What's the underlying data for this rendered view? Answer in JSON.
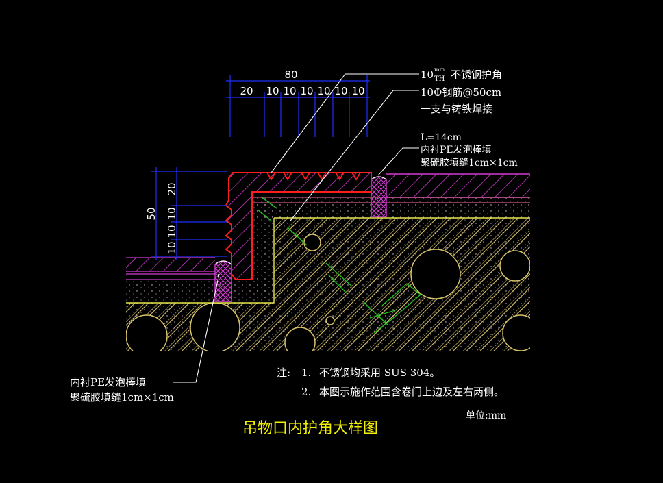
{
  "colors": {
    "background": "#000000",
    "dimension": "#1f2fff",
    "leader": "#ffffff",
    "guard": "#ff1e1e",
    "hatch": "#d43bd4",
    "concrete": "#e6e64a",
    "rebar": "#21c321",
    "aggregate": "#d8c36a",
    "title": "#f2f200"
  },
  "dimensions": {
    "top_total": "80",
    "top_segments": [
      "20",
      "10",
      "10",
      "10",
      "10",
      "10"
    ],
    "left_total": "50",
    "left_segments": [
      "20",
      "10",
      "10",
      "10"
    ]
  },
  "labels": {
    "guard_prefix": "10",
    "guard_unit_top": "mm",
    "guard_unit_bottom": "TH",
    "guard_text": "不锈钢护角",
    "rebar_line1": "10Φ钢筋@50cm",
    "rebar_line2": "一支与铸铁焊接",
    "right_line1": "L=14cm",
    "right_line2": "内衬PE发泡棒填",
    "right_line3": "聚硫胶填缝1cm×1cm",
    "left_line1": "内衬PE发泡棒填",
    "left_line2": "聚硫胶填缝1cm×1cm"
  },
  "notes": {
    "prefix": "注:",
    "item1_num": "1.",
    "item1_text": "不锈钢均采用 SUS 304。",
    "item2_num": "2.",
    "item2_text": "本图示施作范围含卷门上边及左右两侧。",
    "unit": "单位:mm"
  },
  "title": "吊物口内护角大样图"
}
